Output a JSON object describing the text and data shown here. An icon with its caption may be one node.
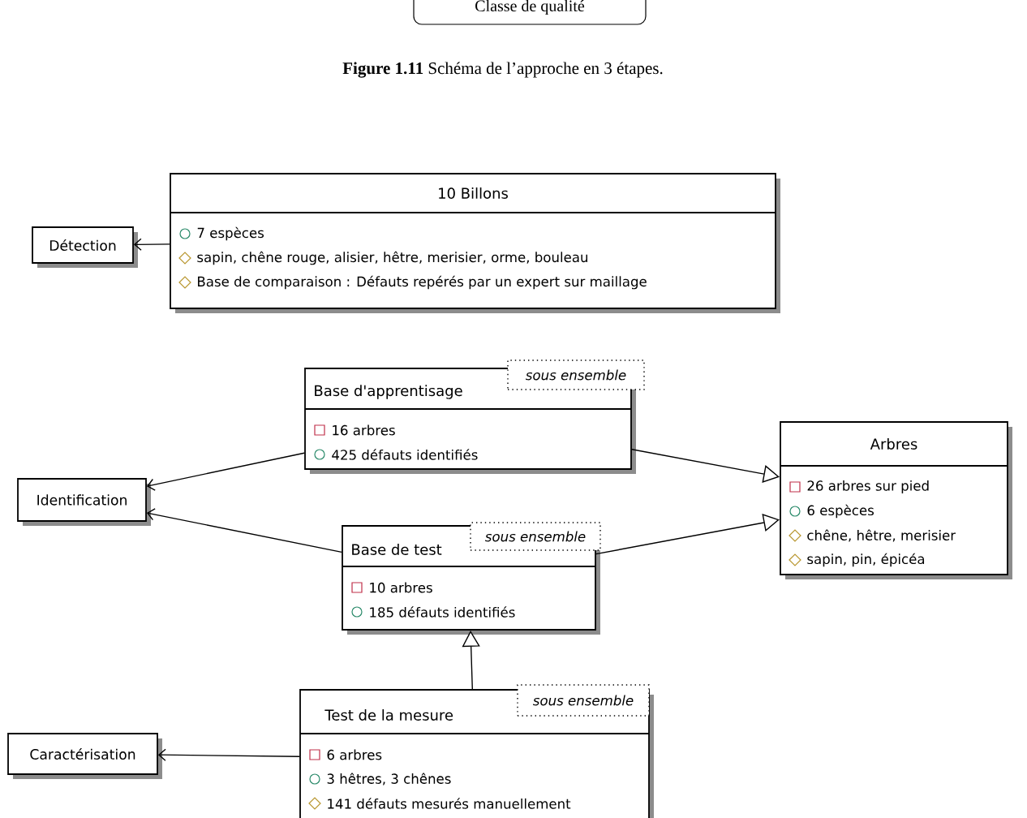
{
  "diagram": {
    "caption": "**Figure 1.11**  Schéma de l’approche en 3 étapes.",
    "nodes": [
      {
        "text": [
          "Classe de qualité"
        ]
      },
      {
        "text": [
          "10 Billons",
          "7 espèces",
          "sapin, chêne rouge, alisier, hêtre, merisier, orme, bouleau",
          "Base de comparaison : Défauts repérés par un expert sur maillage"
        ]
      },
      {
        "text": [
          "Détection"
        ]
      },
      {
        "text": [
          "Base d'apprentisage",
          "16 arbres",
          "425 défauts identifiés"
        ]
      },
      {
        "text": [
          "Identification"
        ]
      },
      {
        "text": [
          "Arbres",
          "26 arbres sur pied",
          "6 espèces",
          "chêne, hêtre, merisier",
          "sapin, pin, épicéa"
        ]
      },
      {
        "text": [
          "Base de test",
          "10 arbres",
          "185 défauts identifiés"
        ]
      },
      {
        "text": [
          "Test de la mesure",
          "6 arbres",
          "3 hêtres, 3 chênes",
          "141 défauts mesurés manuellement"
        ]
      },
      {
        "text": [
          "Caractérisation"
        ]
      },
      {
        "text": [
          "sous ensemble"
        ]
      },
      {
        "text": [
          "sous ensemble"
        ]
      },
      {
        "text": [
          "sous ensemble"
        ]
      }
    ],
    "edges": [
      {
        "from": 1,
        "to": 2,
        "arrow": "to"
      },
      {
        "from": 3,
        "to": 4,
        "arrow": "to"
      },
      {
        "from": 6,
        "to": 4,
        "arrow": "to"
      },
      {
        "from": 3,
        "to": 5,
        "arrow": "to"
      },
      {
        "from": 6,
        "to": 5,
        "arrow": "to"
      },
      {
        "from": 7,
        "to": 6,
        "arrow": "to"
      },
      {
        "from": 7,
        "to": 8,
        "arrow": "to"
      }
    ]
  }
}
